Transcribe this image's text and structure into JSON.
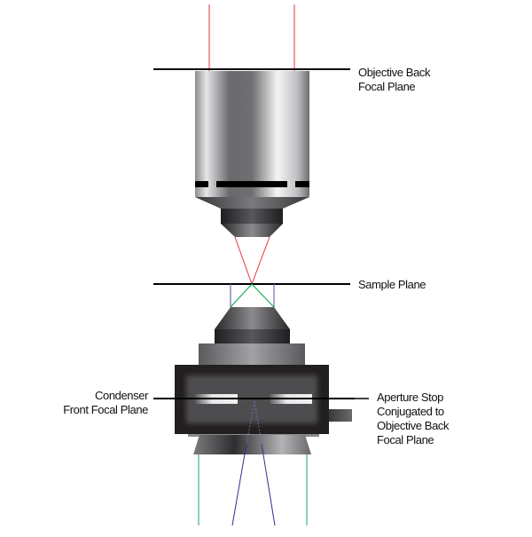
{
  "labels": {
    "objective_back_focal_plane": [
      "Objective Back",
      "Focal Plane"
    ],
    "sample_plane": "Sample Plane",
    "condenser_front_focal_plane": [
      "Condenser",
      "Front Focal Plane"
    ],
    "aperture_stop": [
      "Aperture Stop",
      "Conjugated to",
      "Objective Back",
      "Focal Plane"
    ]
  },
  "colors": {
    "objective_rays": "#e8323c",
    "illumination_rays": "#2e3192",
    "sample_rays": "#00a651",
    "condenser_rays": "#3cb878",
    "plane_line": "#000000",
    "condenser_body": "#231f20"
  }
}
